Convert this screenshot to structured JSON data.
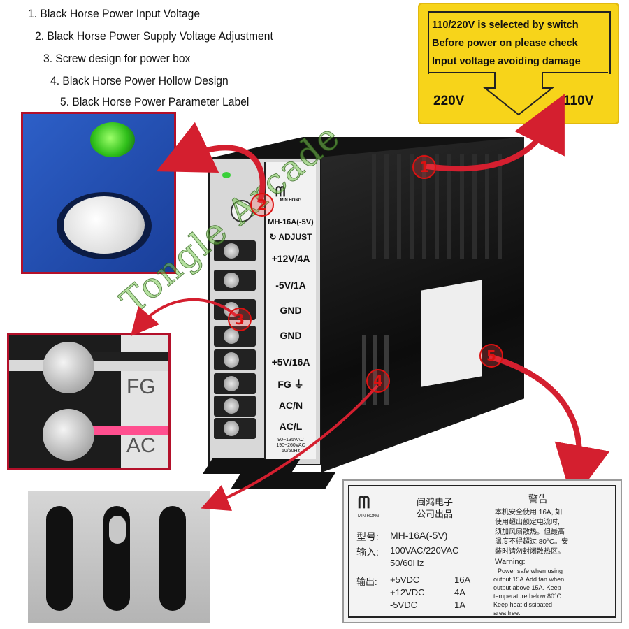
{
  "features": [
    "1. Black Horse Power Input Voltage",
    "2. Black Horse Power Supply Voltage Adjustment",
    "3. Screw design for power box",
    "4. Black Horse Power Hollow Design",
    "5. Black Horse Power Parameter Label"
  ],
  "warning_sticker": {
    "lines": [
      "110/220V  is selected by switch",
      "Before  power  on please check",
      "Input  voltage avoiding damage"
    ],
    "left_voltage": "220V",
    "right_voltage": "110V"
  },
  "terminal_labels": [
    "+12V/4A",
    "-5V/1A",
    "GND",
    "GND",
    "+5V/16A",
    "FG ⏚",
    "AC/N",
    "AC/L"
  ],
  "front_label": {
    "brand": "MIN HONG",
    "model": "MH-16A(-5V)",
    "adjust": "ADJUST",
    "input_range": "90~135VAC\n190~260VAC\n50/60Hz"
  },
  "closeup_terminal": {
    "fg": "FG",
    "ac": "AC"
  },
  "badges": [
    "1",
    "2",
    "3",
    "4",
    "5"
  ],
  "watermark": "Tongle Arcade",
  "parameter_label": {
    "brand": "MIN HONG",
    "company_cn": "闽鸿电子\n公司出品",
    "warning_title": "警告",
    "warning_cn": [
      "本机安全使用 16A, 如",
      "使用超出额定电流时,",
      "须加风扇散热。但最高",
      "温度不得超过 80°C。安",
      "装时请勿封闭散热区。"
    ],
    "model_label": "型号:",
    "model": "MH-16A(-5V)",
    "input_label": "输入:",
    "input": "100VAC/220VAC",
    "freq": "50/60Hz",
    "output_label": "输出:",
    "outputs": [
      {
        "v": "+5VDC",
        "a": "16A"
      },
      {
        "v": "+12VDC",
        "a": "4A"
      },
      {
        "v": "-5VDC",
        "a": "1A"
      }
    ],
    "warning_en_title": "Warning:",
    "warning_en": [
      "Power safe when using",
      "output 15A.Add fan when",
      "output above 15A. Keep",
      "temperature below 80°C",
      "Keep  heat  dissipated",
      "area  free."
    ]
  },
  "colors": {
    "accent_red": "#c8102e",
    "sticker_yellow": "#f7d41a"
  }
}
